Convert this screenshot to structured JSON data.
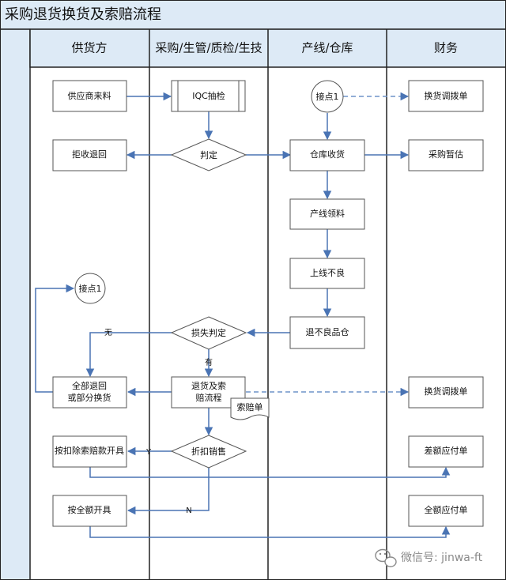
{
  "title": "采购退货换货及索赔流程",
  "lanes": [
    "供货方",
    "采购/生管/质检/生技",
    "产线/仓库",
    "财务"
  ],
  "nodes": {
    "supplier_material": "供应商来料",
    "iqc": "IQC抽检",
    "connector_top": "接点1",
    "swap_transfer_top": "换货调拨单",
    "reject_return": "拒收退回",
    "judge": "判定",
    "warehouse_receive": "仓库收货",
    "purchase_estimate": "采购暂估",
    "line_pick": "产线领料",
    "line_defect": "上线不良",
    "connector_left": "接点1",
    "loss_judge": "损失判定",
    "return_defect_store": "退不良品仓",
    "full_return_line1": "全部退回",
    "full_return_line2": "或部分换货",
    "claim_process_line1": "退货及索",
    "claim_process_line2": "赔流程",
    "claim_doc": "索赔单",
    "swap_transfer_mid": "换货调拨单",
    "deduct_invoice": "按扣除索赔款开具",
    "discount_sale": "折扣销售",
    "diff_payable": "差额应付单",
    "full_invoice": "按全额开具",
    "full_payable": "全额应付单"
  },
  "edge_labels": {
    "none": "无",
    "yes": "有",
    "y": "Y",
    "n": "N"
  },
  "watermark": "微信号: jinwa-ft",
  "colors": {
    "flow": "#4a74b4",
    "header_bg": "#ddeaf6",
    "border": "#222222"
  }
}
